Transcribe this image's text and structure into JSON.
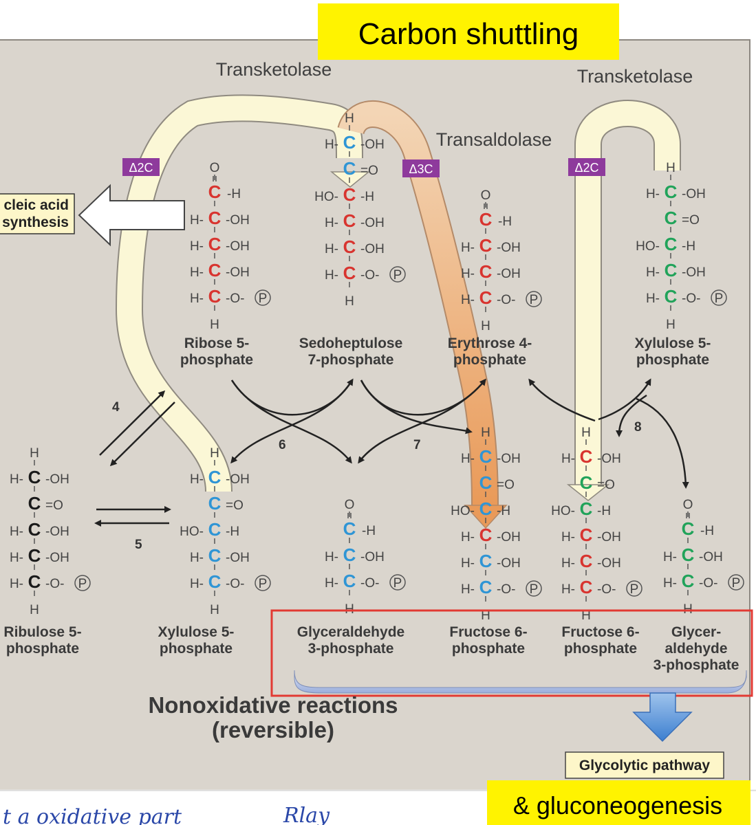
{
  "header": {
    "title": "Carbon shuttling"
  },
  "footer": {
    "subtitle": "& gluconeogenesis",
    "handwriting": [
      "t a oxidative part",
      "Rlay"
    ]
  },
  "enzymes": {
    "transketolase_left": "Transketolase",
    "transketolase_right": "Transketolase",
    "transaldolase": "Transaldolase"
  },
  "badges": {
    "left": "Δ2C",
    "middle": "Δ3C",
    "right": "Δ2C"
  },
  "nucleic_box": {
    "line1": "cleic acid",
    "line2": "synthesis"
  },
  "steps": {
    "s4": "4",
    "s5": "5",
    "s6": "6",
    "s7": "7",
    "s8": "8"
  },
  "section": {
    "line1": "Nonoxidative reactions",
    "line2": "(reversible)"
  },
  "glycolytic_box": "Glycolytic pathway",
  "molecules": [
    {
      "id": "ribose5p",
      "label": [
        "Ribose 5-",
        "phosphate"
      ]
    },
    {
      "id": "sedoheptulose7p",
      "label": [
        "Sedoheptulose",
        "7-phosphate"
      ]
    },
    {
      "id": "erythrose4p",
      "label": [
        "Erythrose 4-",
        "phosphate"
      ]
    },
    {
      "id": "xylulose5p_top",
      "label": [
        "Xylulose 5-",
        "phosphate"
      ]
    },
    {
      "id": "ribulose5p",
      "label": [
        "Ribulose 5-",
        "phosphate"
      ]
    },
    {
      "id": "xylulose5p_bottom",
      "label": [
        "Xylulose 5-",
        "phosphate"
      ]
    },
    {
      "id": "g3p",
      "label": [
        "Glyceraldehyde",
        "3-phosphate"
      ]
    },
    {
      "id": "f6p_a",
      "label": [
        "Fructose 6-",
        "phosphate"
      ]
    },
    {
      "id": "f6p_b",
      "label": [
        "Fructose 6-",
        "phosphate"
      ]
    },
    {
      "id": "g3p_b",
      "label": [
        "Glycer-",
        "aldehyde",
        "3-phosphate"
      ]
    }
  ],
  "atoms": {
    "carbon": "C",
    "hydrogen": "H",
    "oxygen": "O",
    "hydroxyl": "OH",
    "hydroxyl_left": "HO",
    "phosphate": "P",
    "dash_o": "-O-"
  },
  "colors": {
    "panel": "#dad5cd",
    "red": "#d8342f",
    "blue": "#2f95d5",
    "green": "#21a35a",
    "black": "#1a1a1a",
    "purple": "#8e3a9c",
    "highlight": "#fff300",
    "orange": "#f4c592",
    "cream": "#fbf7d6",
    "redbox": "#e23a33"
  }
}
